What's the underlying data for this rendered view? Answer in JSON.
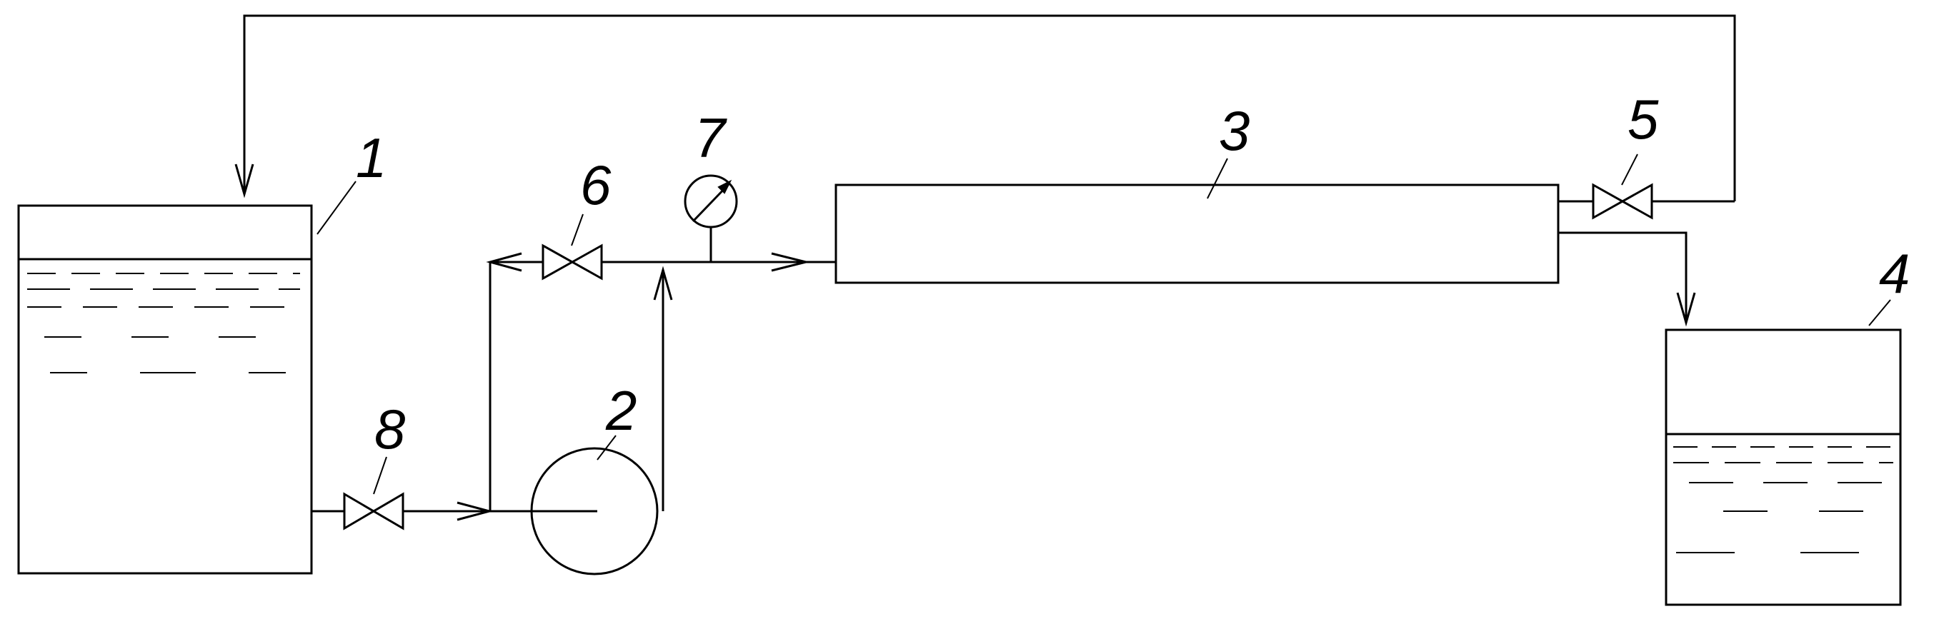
{
  "labels": {
    "tank_feed": "1",
    "pump": "2",
    "membrane_module": "3",
    "tank_permeate": "4",
    "valve_retentate": "5",
    "valve_bypass": "6",
    "pressure_gauge": "7",
    "valve_feed": "8"
  },
  "colors": {
    "line": "#000000",
    "background": "#ffffff"
  }
}
